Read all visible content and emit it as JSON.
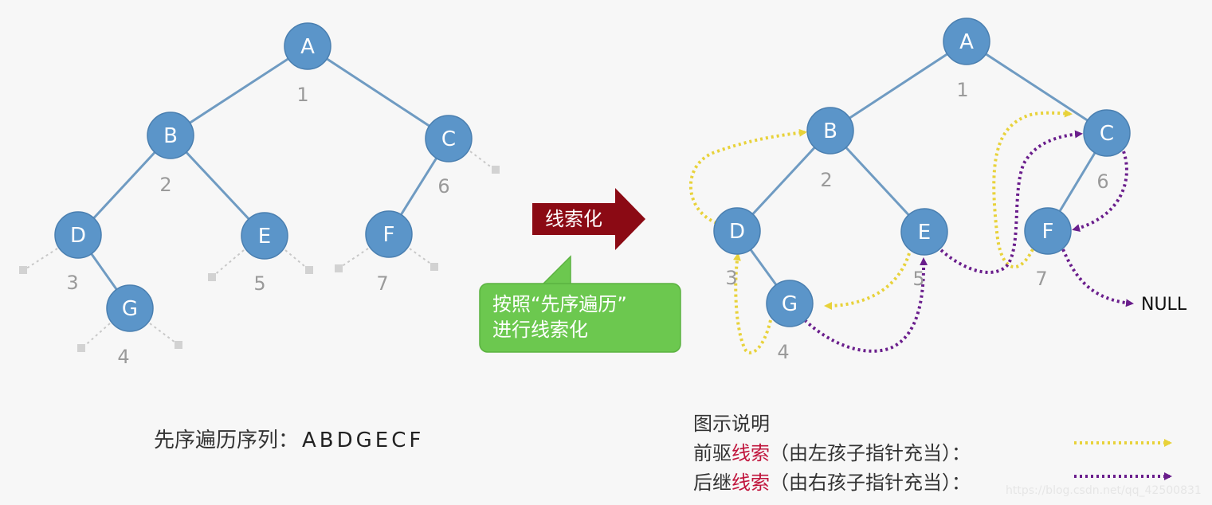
{
  "left_tree": {
    "nodes": [
      {
        "id": "A",
        "label": "A",
        "index": "1"
      },
      {
        "id": "B",
        "label": "B",
        "index": "2"
      },
      {
        "id": "C",
        "label": "C",
        "index": "6"
      },
      {
        "id": "D",
        "label": "D",
        "index": "3"
      },
      {
        "id": "E",
        "label": "E",
        "index": "5"
      },
      {
        "id": "F",
        "label": "F",
        "index": "7"
      },
      {
        "id": "G",
        "label": "G",
        "index": "4"
      }
    ],
    "edges": [
      [
        "A",
        "B"
      ],
      [
        "A",
        "C"
      ],
      [
        "B",
        "D"
      ],
      [
        "B",
        "E"
      ],
      [
        "C",
        "F"
      ],
      [
        "D",
        "G"
      ]
    ]
  },
  "right_tree": {
    "nodes": [
      {
        "id": "A",
        "label": "A",
        "index": "1"
      },
      {
        "id": "B",
        "label": "B",
        "index": "2"
      },
      {
        "id": "C",
        "label": "C",
        "index": "6"
      },
      {
        "id": "D",
        "label": "D",
        "index": "3"
      },
      {
        "id": "E",
        "label": "E",
        "index": "5"
      },
      {
        "id": "F",
        "label": "F",
        "index": "7"
      },
      {
        "id": "G",
        "label": "G",
        "index": "4"
      }
    ],
    "null_label": "NULL"
  },
  "arrow": {
    "label": "线索化",
    "color": "#8b0a14"
  },
  "bubble": {
    "line1": "按照“先序遍历”",
    "line2": "进行线索化",
    "color": "#6cc84f"
  },
  "sequence": {
    "prefix": "先序遍历序列：",
    "value": "ABDGECF"
  },
  "legend": {
    "title": "图示说明",
    "pred_a": "前驱",
    "pred_b": "线索",
    "pred_c": "（由左孩子指针充当）：",
    "succ_a": "后继",
    "succ_b": "线索",
    "succ_c": "（由右孩子指针充当）：",
    "pred_color": "#e8d23a",
    "succ_color": "#6a1e8c"
  },
  "watermark": "https://blog.csdn.net/qq_42500831"
}
